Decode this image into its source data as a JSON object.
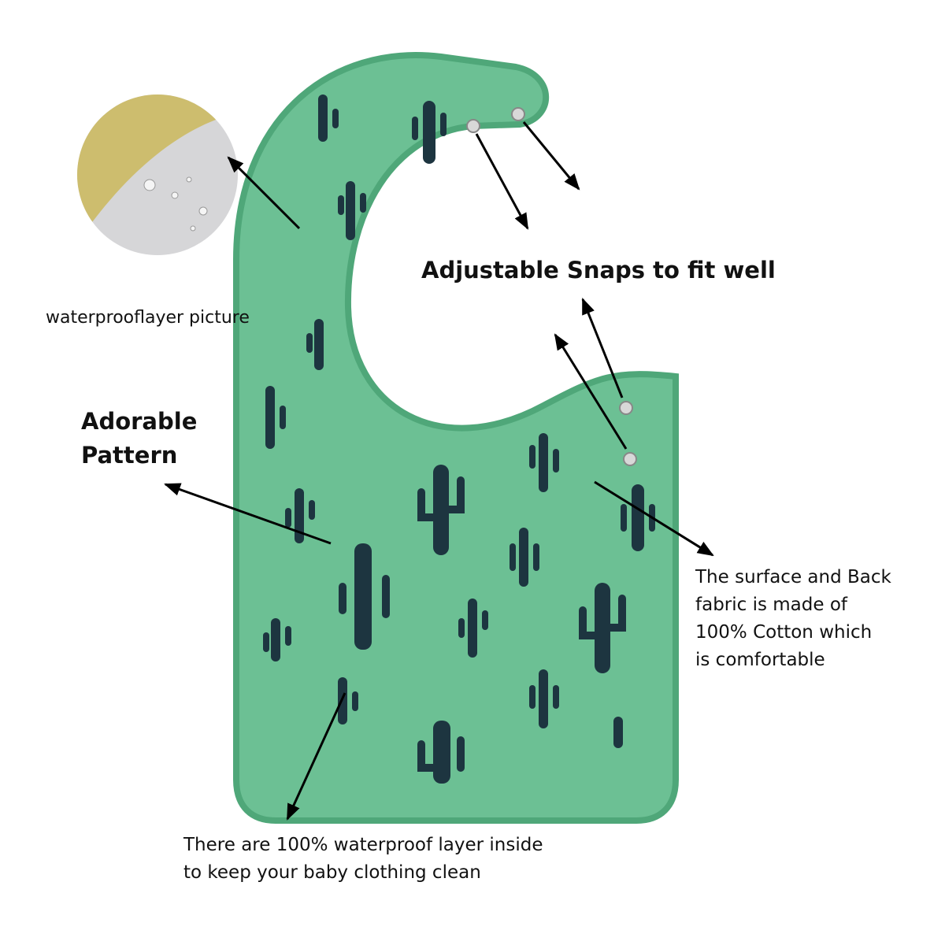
{
  "inset": {
    "caption": "waterprooflayer picture"
  },
  "callouts": {
    "snaps": "Adjustable Snaps to fit well",
    "pattern_line1": "Adorable",
    "pattern_line2": "Pattern",
    "fabric": [
      "The surface and Back",
      "fabric is made of",
      "100% Cotton which",
      "is comfortable"
    ],
    "waterproof": [
      "There are 100% waterproof layer inside",
      "to keep your baby clothing clean"
    ]
  },
  "colors": {
    "bib": "#6cc094",
    "bib_edge": "#4fa779",
    "cactus": "#1d3540",
    "inset_yellow": "#cdbd6e",
    "inset_gray": "#d6d6d8"
  }
}
